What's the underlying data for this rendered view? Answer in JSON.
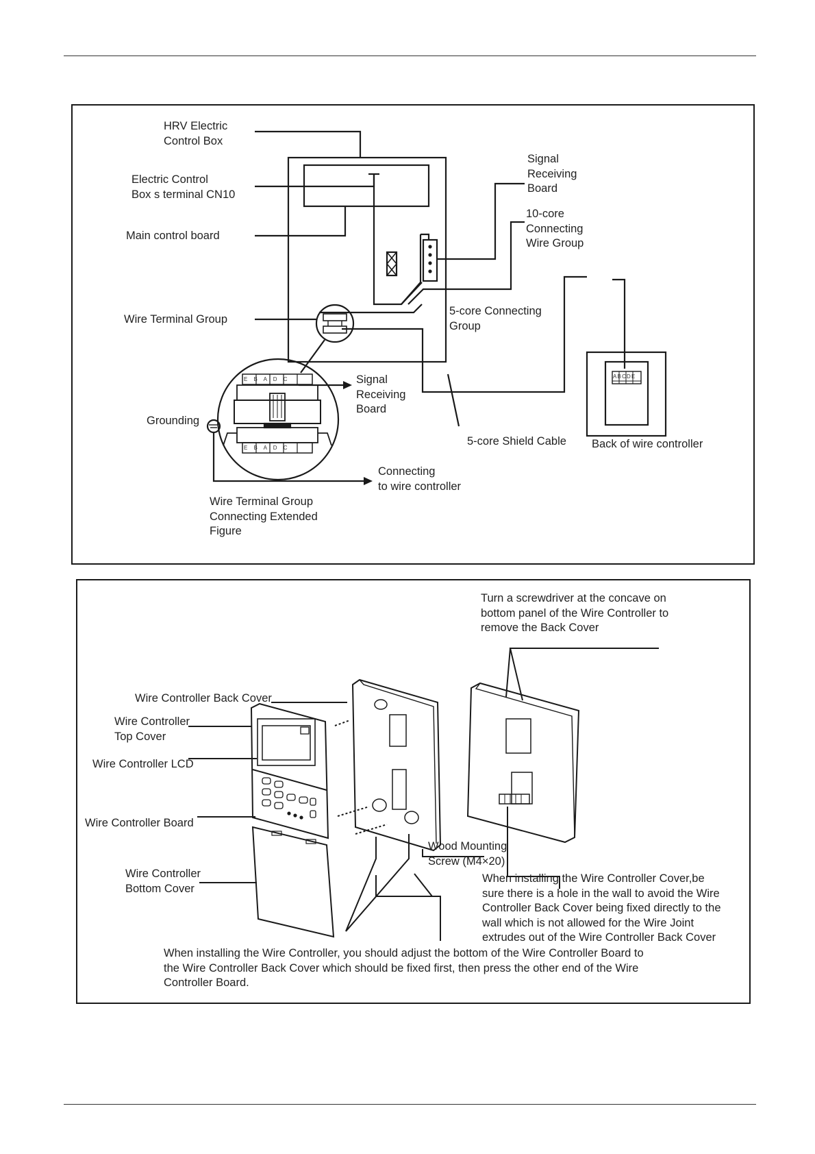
{
  "wiring_diagram": {
    "labels": {
      "hrv_box": "HRV Electric\nControl Box",
      "terminal_cn10": "Electric Control\nBox s terminal CN10",
      "main_board": "Main control board",
      "wire_terminal_group": "Wire Terminal Group",
      "grounding": "Grounding",
      "extended_figure": "Wire Terminal Group\nConnecting Extended\nFigure",
      "signal_board_top": "Signal\nReceiving\nBoard",
      "ten_core": "10-core\nConnecting\nWire Group",
      "five_core_group": "5-core Connecting\nGroup",
      "signal_board_mid": "Signal\nReceiving\nBoard",
      "connecting_controller": "Connecting\nto wire controller",
      "shield_cable": "5-core Shield Cable",
      "back_controller": "Back of wire controller",
      "terminal_letters_top": "E B A D C",
      "terminal_letters_bottom": "E B A D C",
      "controller_terminals": "ABCDE"
    }
  },
  "install_diagram": {
    "labels": {
      "screwdriver_note": "Turn a screwdriver at the concave on\nbottom panel of the Wire Controller to\nremove the Back Cover",
      "back_cover": "Wire Controller Back Cover",
      "top_cover": "Wire Controller\nTop  Cover",
      "lcd": "Wire Controller LCD",
      "board": "Wire Controller Board",
      "bottom_cover": "Wire Controller\nBottom Cover",
      "wood_screw": "Wood Mounting\nScrew (M4×20)",
      "hole_note": "When installing the Wire Controller Cover,be\nsure there is a hole in the wall to avoid the Wire\nController Back Cover being fixed directly to the\nwall which is not allowed for the Wire Joint\nextrudes out of the Wire Controller Back Cover",
      "install_note": "When installing  the Wire Controller, you should adjust the bottom of the Wire Controller Board to\nthe Wire Controller Back Cover which should be fixed first, then press the other end of the Wire\nController Board."
    }
  }
}
